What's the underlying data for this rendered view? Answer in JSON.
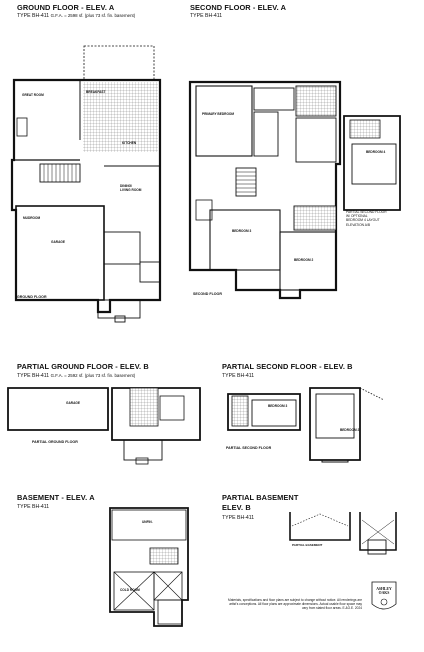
{
  "sections": {
    "ground_a": {
      "title": "GROUND FLOOR - ELEV. A",
      "type": "TYPE BH-411",
      "gfa": "G.F.A. = 2598 sf. (plus 73 sf. fin. basement)",
      "plan_label": "GROUND FLOOR"
    },
    "second_a": {
      "title": "SECOND FLOOR - ELEV. A",
      "type": "TYPE BH-411",
      "plan_label": "SECOND FLOOR"
    },
    "ground_b": {
      "title": "PARTIAL GROUND FLOOR - ELEV. B",
      "type": "TYPE BH-411",
      "gfa": "G.F.A. = 2592 sf. (plus 73 sf. fin. basement)",
      "plan_label": "PARTIAL GROUND FLOOR"
    },
    "second_b": {
      "title": "PARTIAL SECOND FLOOR - ELEV. B",
      "type": "TYPE BH-411",
      "plan_label": "PARTIAL SECOND FLOOR"
    },
    "basement_a": {
      "title": "BASEMENT - ELEV. A",
      "type": "TYPE BH-411"
    },
    "basement_b": {
      "title_line1": "PARTIAL BASEMENT",
      "title_line2": "ELEV. B",
      "type": "TYPE BH-411",
      "plan_label": "PARTIAL BASEMENT"
    }
  },
  "rooms": {
    "great_room": "GREAT ROOM",
    "breakfast": "BREAKFAST",
    "kitchen": "KITCHEN",
    "dining_living": "DINING/\nLIVING ROOM",
    "garage": "GARAGE",
    "mudroom": "MUDROOM",
    "primary_bedroom": "PRIMARY BEDROOM",
    "bedroom2": "BEDROOM 2",
    "bedroom3": "BEDROOM 3",
    "bedroom4": "BEDROOM 4",
    "optional_note": "PARTIAL SECOND FLOOR\nW/ OPTIONAL\nBEDROOM 4 LAYOUT\nELEVATION A/B",
    "bedroom3_b": "BEDROOM 3",
    "bedroom2_b": "BEDROOM 2",
    "garage_b": "GARAGE",
    "rec": "UNFIN.",
    "cold_room": "COLD ROOM"
  },
  "disclaimer": "Materials, specifications and floor plans are subject to change without notice. All renderings are artist's conceptions. All floor plans are approximate dimensions. Actual usable floor space may vary from stated floor areas. E.&O.E. 2024",
  "logo": {
    "line1": "ASHLEY",
    "line2": "OAKS"
  }
}
